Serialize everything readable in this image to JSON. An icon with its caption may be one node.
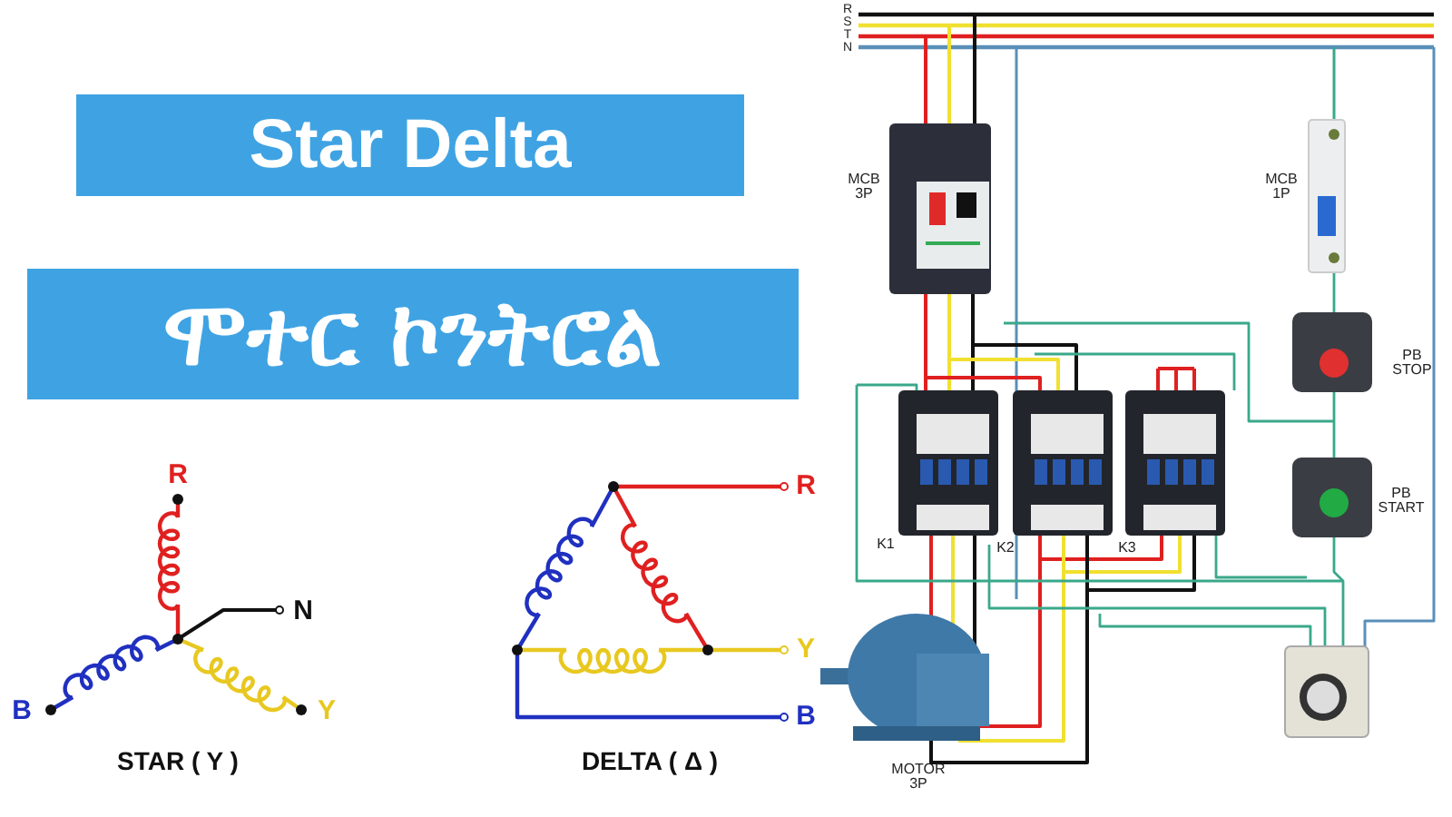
{
  "diagram": {
    "nodes": [
      {
        "text": [
          "Star Delta"
        ]
      },
      {
        "text": [
          "ሞተር ኮንትሮል"
        ]
      }
    ],
    "labels": [
      "R",
      "S",
      "T",
      "N",
      "MCB 3P",
      "MCB 1P",
      "PB STOP",
      "PB START",
      "K1",
      "K2",
      "K3",
      "MOTOR 3P",
      "R",
      "N",
      "B",
      "Y",
      "STAR ( Y )",
      "R",
      "Y",
      "B",
      "DELTA ( Δ )"
    ]
  }
}
